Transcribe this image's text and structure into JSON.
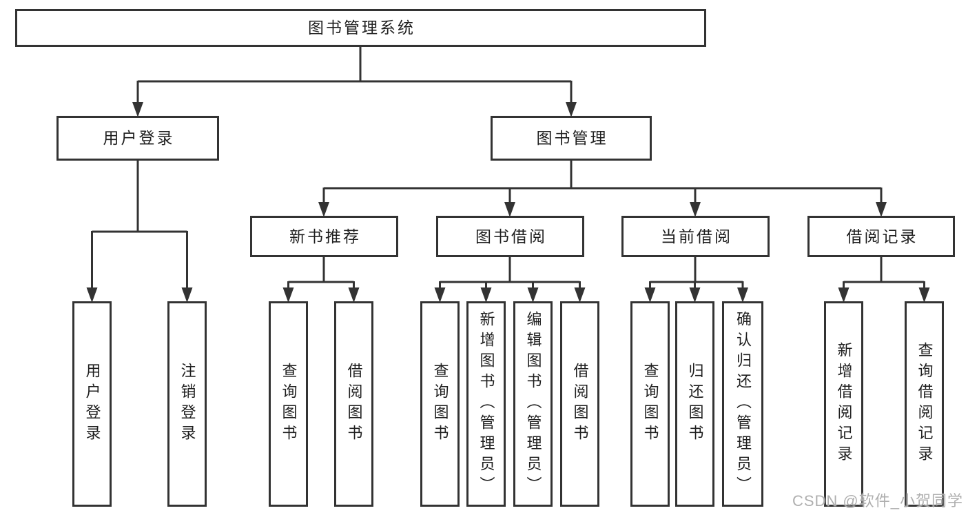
{
  "diagram_type": "hierarchy-tree",
  "colors": {
    "background": "#ffffff",
    "box_border": "#333333",
    "connector": "#333333",
    "text": "#1f1f1f",
    "watermark": "#a8a8a8"
  },
  "tree": {
    "root": {
      "label": "图书管理系统",
      "children": [
        {
          "label": "用户登录",
          "children": [
            {
              "label": "用户登录"
            },
            {
              "label": "注销登录"
            }
          ]
        },
        {
          "label": "图书管理",
          "children": [
            {
              "label": "新书推荐",
              "children": [
                {
                  "label": "查询图书"
                },
                {
                  "label": "借阅图书"
                }
              ]
            },
            {
              "label": "图书借阅",
              "children": [
                {
                  "label": "查询图书"
                },
                {
                  "label": "新增图书（管理员）"
                },
                {
                  "label": "编辑图书（管理员）"
                },
                {
                  "label": "借阅图书"
                }
              ]
            },
            {
              "label": "当前借阅",
              "children": [
                {
                  "label": "查询图书"
                },
                {
                  "label": "归还图书"
                },
                {
                  "label": "确认归还（管理员）"
                }
              ]
            },
            {
              "label": "借阅记录",
              "children": [
                {
                  "label": "新增借阅记录"
                },
                {
                  "label": "查询借阅记录"
                }
              ]
            }
          ]
        }
      ]
    }
  },
  "watermark": {
    "text": "CSDN @软件_小贺同学"
  }
}
